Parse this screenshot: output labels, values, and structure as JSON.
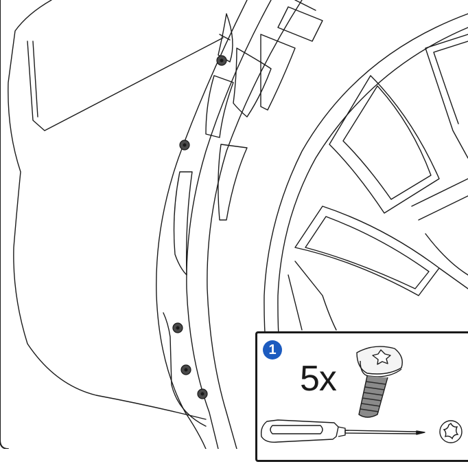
{
  "callout": {
    "step_number": "1",
    "quantity_label": "5x",
    "step_badge_color": "#1c5bbf",
    "icons": [
      "torx-screw-icon",
      "screwdriver-icon",
      "torx-star-icon"
    ]
  },
  "illustration": {
    "icons": [
      "fender-liner-illustration",
      "wheel-rim-illustration",
      "screw-head-icon"
    ],
    "screw_count_marked": 5
  }
}
